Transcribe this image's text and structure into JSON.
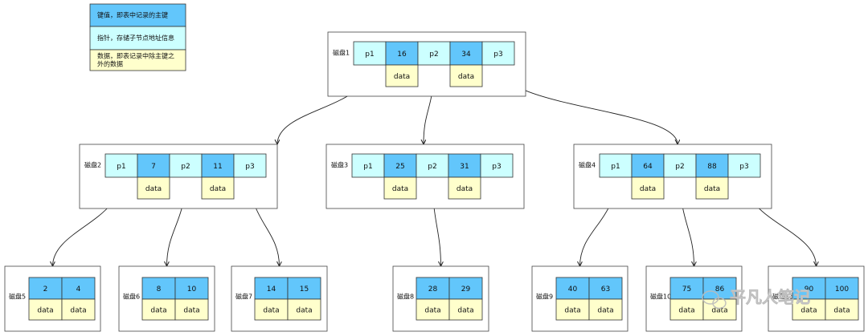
{
  "colors": {
    "key": "#62c6fb",
    "pointer": "#ccffff",
    "data": "#ffffcc",
    "border": "#333333",
    "box": "#444444"
  },
  "legend": [
    {
      "type": "key",
      "text": [
        "键值，即表中记录的主键"
      ]
    },
    {
      "type": "pointer",
      "text": [
        "指针，存储子节点地址信息"
      ]
    },
    {
      "type": "data",
      "text": [
        "数据，即表记录中除主键之",
        "外的数据"
      ]
    }
  ],
  "internal_nodes": [
    {
      "id": "n1",
      "label": "磁盘1",
      "cells": [
        {
          "t": "p",
          "v": "p1"
        },
        {
          "t": "k",
          "v": "16"
        },
        {
          "t": "p",
          "v": "p2"
        },
        {
          "t": "k",
          "v": "34"
        },
        {
          "t": "p",
          "v": "p3"
        }
      ]
    },
    {
      "id": "n2",
      "label": "磁盘2",
      "cells": [
        {
          "t": "p",
          "v": "p1"
        },
        {
          "t": "k",
          "v": "7"
        },
        {
          "t": "p",
          "v": "p2"
        },
        {
          "t": "k",
          "v": "11"
        },
        {
          "t": "p",
          "v": "p3"
        }
      ]
    },
    {
      "id": "n3",
      "label": "磁盘3",
      "cells": [
        {
          "t": "p",
          "v": "p1"
        },
        {
          "t": "k",
          "v": "25"
        },
        {
          "t": "p",
          "v": "p2"
        },
        {
          "t": "k",
          "v": "31"
        },
        {
          "t": "p",
          "v": "p3"
        }
      ]
    },
    {
      "id": "n4",
      "label": "磁盘4",
      "cells": [
        {
          "t": "p",
          "v": "p1"
        },
        {
          "t": "k",
          "v": "64"
        },
        {
          "t": "p",
          "v": "p2"
        },
        {
          "t": "k",
          "v": "88"
        },
        {
          "t": "p",
          "v": "p3"
        }
      ]
    }
  ],
  "data_label": "data",
  "leaf_nodes": [
    {
      "id": "n5",
      "label": "磁盘5",
      "keys": [
        "2",
        "4"
      ]
    },
    {
      "id": "n6",
      "label": "磁盘6",
      "keys": [
        "8",
        "10"
      ]
    },
    {
      "id": "n7",
      "label": "磁盘7",
      "keys": [
        "14",
        "15"
      ]
    },
    {
      "id": "n8",
      "label": "磁盘8",
      "keys": [
        "28",
        "29"
      ]
    },
    {
      "id": "n9",
      "label": "磁盘9",
      "keys": [
        "40",
        "63"
      ]
    },
    {
      "id": "n10",
      "label": "磁盘10",
      "keys": [
        "75",
        "86"
      ]
    },
    {
      "id": "n11",
      "label": "磁盘11",
      "keys": [
        "90",
        "100"
      ]
    }
  ],
  "edges": [
    {
      "from": "n1",
      "ptr": 0,
      "to": "n2"
    },
    {
      "from": "n1",
      "ptr": 1,
      "to": "n3"
    },
    {
      "from": "n1",
      "ptr": 2,
      "to": "n4"
    },
    {
      "from": "n2",
      "ptr": 0,
      "to": "n5"
    },
    {
      "from": "n2",
      "ptr": 1,
      "to": "n6"
    },
    {
      "from": "n2",
      "ptr": 2,
      "to": "n7"
    },
    {
      "from": "n3",
      "ptr": 1,
      "to": "n8"
    },
    {
      "from": "n4",
      "ptr": 0,
      "to": "n9"
    },
    {
      "from": "n4",
      "ptr": 1,
      "to": "n10"
    },
    {
      "from": "n4",
      "ptr": 2,
      "to": "n11"
    }
  ],
  "watermark": "平凡人笔记"
}
